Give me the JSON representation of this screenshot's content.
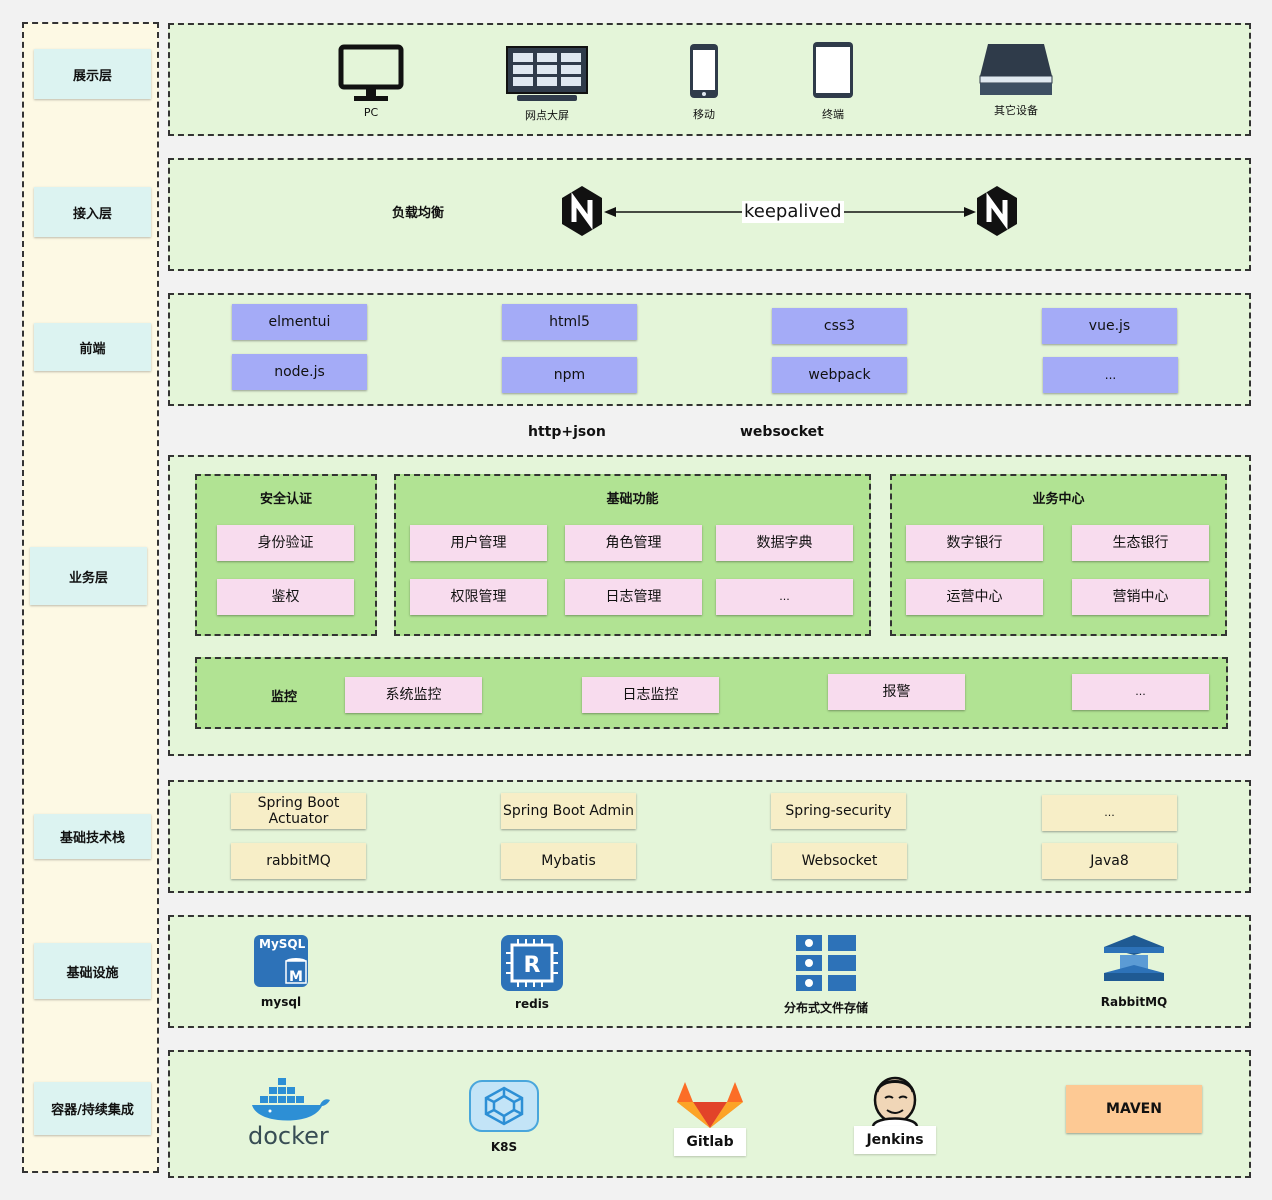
{
  "layers": {
    "display": "展示层",
    "access": "接入层",
    "frontend": "前端",
    "business": "业务层",
    "tech_stack": "基础技术栈",
    "infrastructure": "基础设施",
    "container_ci": "容器/持续集成"
  },
  "display_layer": {
    "devices": [
      {
        "label": "PC",
        "icon": "monitor-icon"
      },
      {
        "label": "网点大屏",
        "icon": "big-screen-icon"
      },
      {
        "label": "移动",
        "icon": "phone-icon"
      },
      {
        "label": "终端",
        "icon": "tablet-icon"
      },
      {
        "label": "其它设备",
        "icon": "scanner-icon"
      }
    ]
  },
  "access_layer": {
    "title": "负载均衡",
    "link_label": "keepalived",
    "icons": [
      "nginx-icon",
      "nginx-icon"
    ]
  },
  "frontend": {
    "items": [
      "elmentui",
      "html5",
      "css3",
      "vue.js",
      "node.js",
      "npm",
      "webpack",
      "..."
    ]
  },
  "protocols": [
    "http+json",
    "websocket"
  ],
  "business": {
    "security": {
      "title": "安全认证",
      "items": [
        "身份验证",
        "鉴权"
      ]
    },
    "basic": {
      "title": "基础功能",
      "items": [
        "用户管理",
        "角色管理",
        "数据字典",
        "权限管理",
        "日志管理",
        "..."
      ]
    },
    "center": {
      "title": "业务中心",
      "items": [
        "数字银行",
        "生态银行",
        "运营中心",
        "营销中心"
      ]
    },
    "monitor": {
      "title": "监控",
      "items": [
        "系统监控",
        "日志监控",
        "报警",
        "..."
      ]
    }
  },
  "tech_stack": {
    "items": [
      "Spring Boot Actuator",
      "Spring Boot Admin",
      "Spring-security",
      "...",
      "rabbitMQ",
      "Mybatis",
      "Websocket",
      "Java8"
    ]
  },
  "infrastructure": {
    "items": [
      {
        "label": "mysql",
        "icon": "mysql-icon",
        "logo_text": "MySQL"
      },
      {
        "label": "redis",
        "icon": "redis-icon"
      },
      {
        "label": "分布式文件存储",
        "icon": "file-storage-icon"
      },
      {
        "label": "RabbitMQ",
        "icon": "rabbitmq-icon"
      }
    ]
  },
  "container_ci": {
    "items": [
      {
        "label": "docker",
        "icon": "docker-icon"
      },
      {
        "label": "K8S",
        "icon": "kubernetes-icon"
      },
      {
        "label": "Gitlab",
        "icon": "gitlab-icon"
      },
      {
        "label": "Jenkins",
        "icon": "jenkins-icon"
      },
      {
        "label": "MAVEN",
        "icon": "maven-icon"
      }
    ]
  },
  "colors": {
    "sidebar_bg": "#fdf9e4",
    "label_bg": "#dcf3f1",
    "band_bg": "#e4f5d9",
    "frontend_chip": "#a4abf7",
    "business_box": "#b1e393",
    "business_chip": "#f8dcee",
    "tech_chip": "#f7eec7",
    "maven_bg": "#fdc994",
    "icon_blue": "#2d72b8"
  }
}
